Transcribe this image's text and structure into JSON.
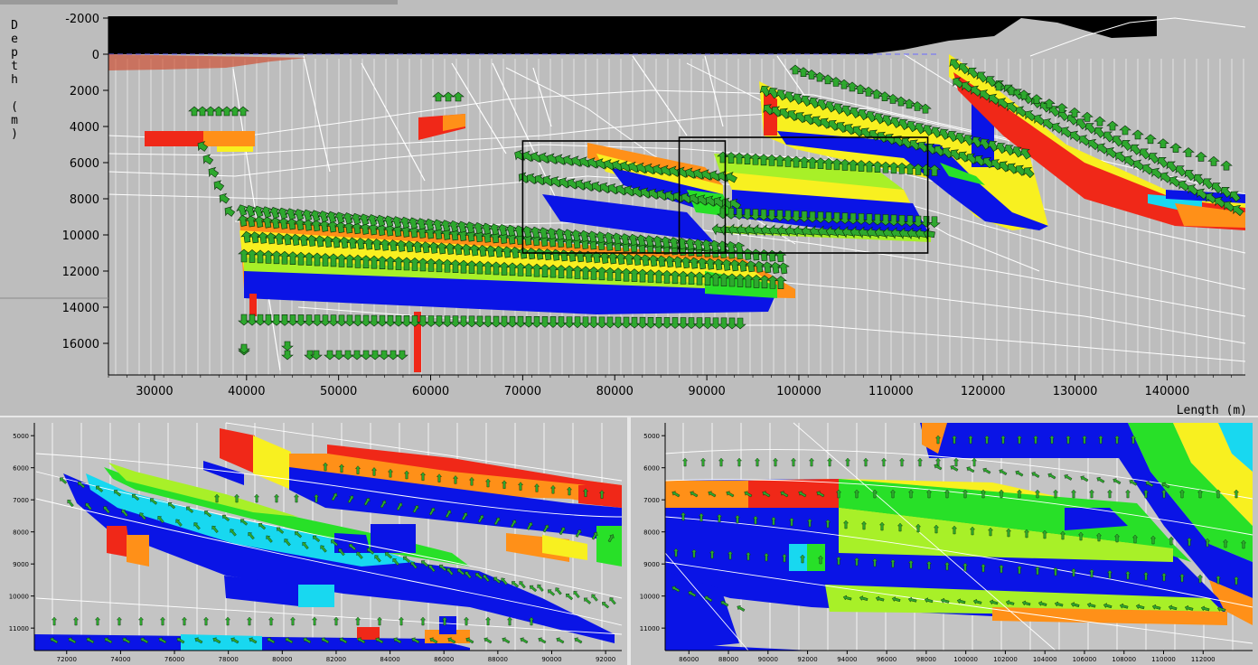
{
  "main_view": {
    "y_axis_title_chars": [
      "D",
      "e",
      "p",
      "t",
      "h",
      "",
      "(",
      "m",
      ")"
    ],
    "x_axis_title": "Length (m)",
    "y_ticks": [
      {
        "label": "-2000",
        "value": -2000
      },
      {
        "label": "0",
        "value": 0
      },
      {
        "label": "2000",
        "value": 2000
      },
      {
        "label": "4000",
        "value": 4000
      },
      {
        "label": "6000",
        "value": 6000
      },
      {
        "label": "8000",
        "value": 8000
      },
      {
        "label": "10000",
        "value": 10000
      },
      {
        "label": "12000",
        "value": 12000
      },
      {
        "label": "14000",
        "value": 14000
      },
      {
        "label": "16000",
        "value": 16000
      }
    ],
    "x_ticks": [
      {
        "label": "30000",
        "value": 30000
      },
      {
        "label": "40000",
        "value": 40000
      },
      {
        "label": "50000",
        "value": 50000
      },
      {
        "label": "60000",
        "value": 60000
      },
      {
        "label": "70000",
        "value": 70000
      },
      {
        "label": "80000",
        "value": 80000
      },
      {
        "label": "90000",
        "value": 90000
      },
      {
        "label": "100000",
        "value": 100000
      },
      {
        "label": "110000",
        "value": 110000
      },
      {
        "label": "120000",
        "value": 120000
      },
      {
        "label": "130000",
        "value": 130000
      },
      {
        "label": "140000",
        "value": 140000
      }
    ],
    "zoom_boxes": [
      {
        "x_range": [
          70000,
          92000
        ],
        "depth_range": [
          4800,
          11000
        ]
      },
      {
        "x_range": [
          87000,
          114000
        ],
        "depth_range": [
          4600,
          11000
        ]
      }
    ],
    "colors": {
      "background": "#bdbdbd",
      "water": "#000000",
      "grid": "#ffffff",
      "arrow": "#2ea82e"
    }
  },
  "detail_left": {
    "y_ticks": [
      {
        "label": "5000",
        "value": 5000
      },
      {
        "label": "6000",
        "value": 6000
      },
      {
        "label": "7000",
        "value": 7000
      },
      {
        "label": "8000",
        "value": 8000
      },
      {
        "label": "9000",
        "value": 9000
      },
      {
        "label": "10000",
        "value": 10000
      },
      {
        "label": "11000",
        "value": 11000
      }
    ],
    "x_ticks": [
      {
        "label": "72000",
        "value": 72000
      },
      {
        "label": "74000",
        "value": 74000
      },
      {
        "label": "76000",
        "value": 76000
      },
      {
        "label": "78000",
        "value": 78000
      },
      {
        "label": "80000",
        "value": 80000
      },
      {
        "label": "82000",
        "value": 82000
      },
      {
        "label": "84000",
        "value": 84000
      },
      {
        "label": "86000",
        "value": 86000
      },
      {
        "label": "88000",
        "value": 88000
      },
      {
        "label": "90000",
        "value": 90000
      },
      {
        "label": "92000",
        "value": 92000
      }
    ]
  },
  "detail_right": {
    "y_ticks": [
      {
        "label": "5000",
        "value": 5000
      },
      {
        "label": "6000",
        "value": 6000
      },
      {
        "label": "7000",
        "value": 7000
      },
      {
        "label": "8000",
        "value": 8000
      },
      {
        "label": "9000",
        "value": 9000
      },
      {
        "label": "10000",
        "value": 10000
      },
      {
        "label": "11000",
        "value": 11000
      }
    ],
    "x_ticks": [
      {
        "label": "86000",
        "value": 86000
      },
      {
        "label": "88000",
        "value": 88000
      },
      {
        "label": "90000",
        "value": 90000
      },
      {
        "label": "92000",
        "value": 92000
      },
      {
        "label": "94000",
        "value": 94000
      },
      {
        "label": "96000",
        "value": 96000
      },
      {
        "label": "98000",
        "value": 98000
      },
      {
        "label": "100000",
        "value": 100000
      },
      {
        "label": "102000",
        "value": 102000
      },
      {
        "label": "104000",
        "value": 104000
      },
      {
        "label": "106000",
        "value": 106000
      },
      {
        "label": "108000",
        "value": 108000
      },
      {
        "label": "110000",
        "value": 110000
      },
      {
        "label": "112000",
        "value": 112000
      }
    ]
  },
  "palette": {
    "blue": "#0a14e6",
    "cyan": "#18d8f0",
    "green": "#28e028",
    "lime": "#a8f028",
    "yellow": "#f8f020",
    "orange": "#ff9018",
    "red": "#f02818"
  }
}
